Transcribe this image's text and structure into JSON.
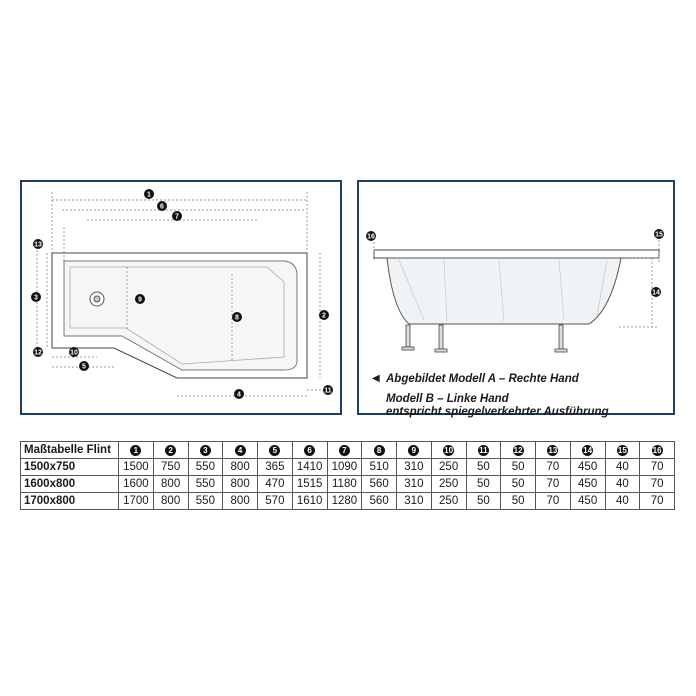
{
  "captions": {
    "model_a": "Abgebildet Modell A – Rechte Hand",
    "model_b": "Modell B – Linke Hand",
    "mirror": "entspricht spiegelverkehrter Ausführung"
  },
  "diagram_labels": [
    "1",
    "2",
    "3",
    "4",
    "5",
    "6",
    "7",
    "8",
    "9",
    "10",
    "11",
    "12",
    "13",
    "14",
    "15",
    "16"
  ],
  "table": {
    "title": "Maßtabelle Flint",
    "columns": [
      "1",
      "2",
      "3",
      "4",
      "5",
      "6",
      "7",
      "8",
      "9",
      "10",
      "11",
      "12",
      "13",
      "14",
      "15",
      "16"
    ],
    "rows": [
      {
        "label": "1500x750",
        "values": [
          "1500",
          "750",
          "550",
          "800",
          "365",
          "1410",
          "1090",
          "510",
          "310",
          "250",
          "50",
          "50",
          "70",
          "450",
          "40",
          "70"
        ]
      },
      {
        "label": "1600x800",
        "values": [
          "1600",
          "800",
          "550",
          "800",
          "470",
          "1515",
          "1180",
          "560",
          "310",
          "250",
          "50",
          "50",
          "70",
          "450",
          "40",
          "70"
        ]
      },
      {
        "label": "1700x800",
        "values": [
          "1700",
          "800",
          "550",
          "800",
          "570",
          "1610",
          "1280",
          "560",
          "310",
          "250",
          "50",
          "50",
          "70",
          "450",
          "40",
          "70"
        ]
      }
    ]
  }
}
